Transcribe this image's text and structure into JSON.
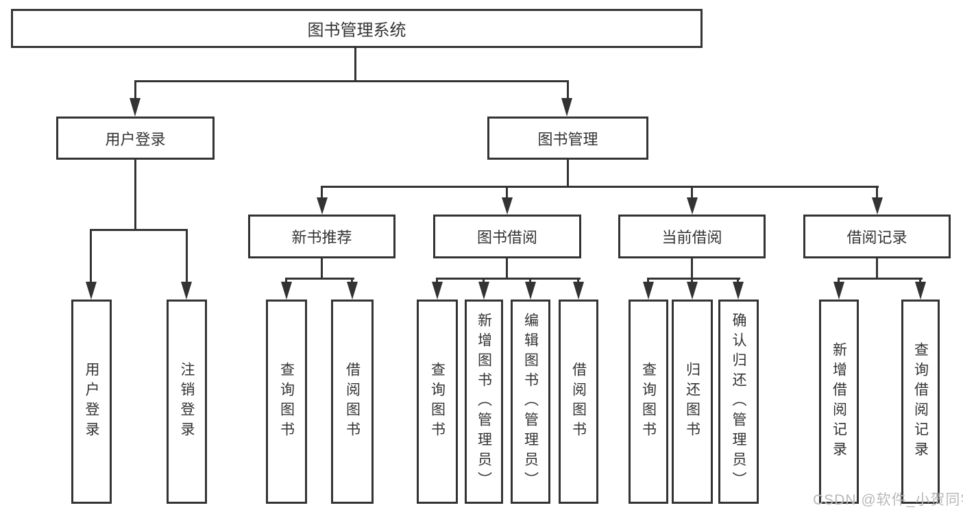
{
  "diagram": {
    "background": "#ffffff",
    "line_color": "#333333",
    "text_color": "#333333",
    "watermark": {
      "text": "CSDN @软件_小贺同学",
      "color": "#b9b9b9"
    },
    "tree": {
      "label": "图书管理系统",
      "children": [
        {
          "label": "用户登录",
          "children": [
            {
              "label": "用户登录"
            },
            {
              "label": "注销登录"
            }
          ]
        },
        {
          "label": "图书管理",
          "children": [
            {
              "label": "新书推荐",
              "children": [
                {
                  "label": "查询图书"
                },
                {
                  "label": "借阅图书"
                }
              ]
            },
            {
              "label": "图书借阅",
              "children": [
                {
                  "label": "查询图书"
                },
                {
                  "label": "新增图书（管理员）"
                },
                {
                  "label": "编辑图书（管理员）"
                },
                {
                  "label": "借阅图书"
                }
              ]
            },
            {
              "label": "当前借阅",
              "children": [
                {
                  "label": "查询图书"
                },
                {
                  "label": "归还图书"
                },
                {
                  "label": "确认归还（管理员）"
                }
              ]
            },
            {
              "label": "借阅记录",
              "children": [
                {
                  "label": "新增借阅记录"
                },
                {
                  "label": "查询借阅记录"
                }
              ]
            }
          ]
        }
      ]
    }
  }
}
